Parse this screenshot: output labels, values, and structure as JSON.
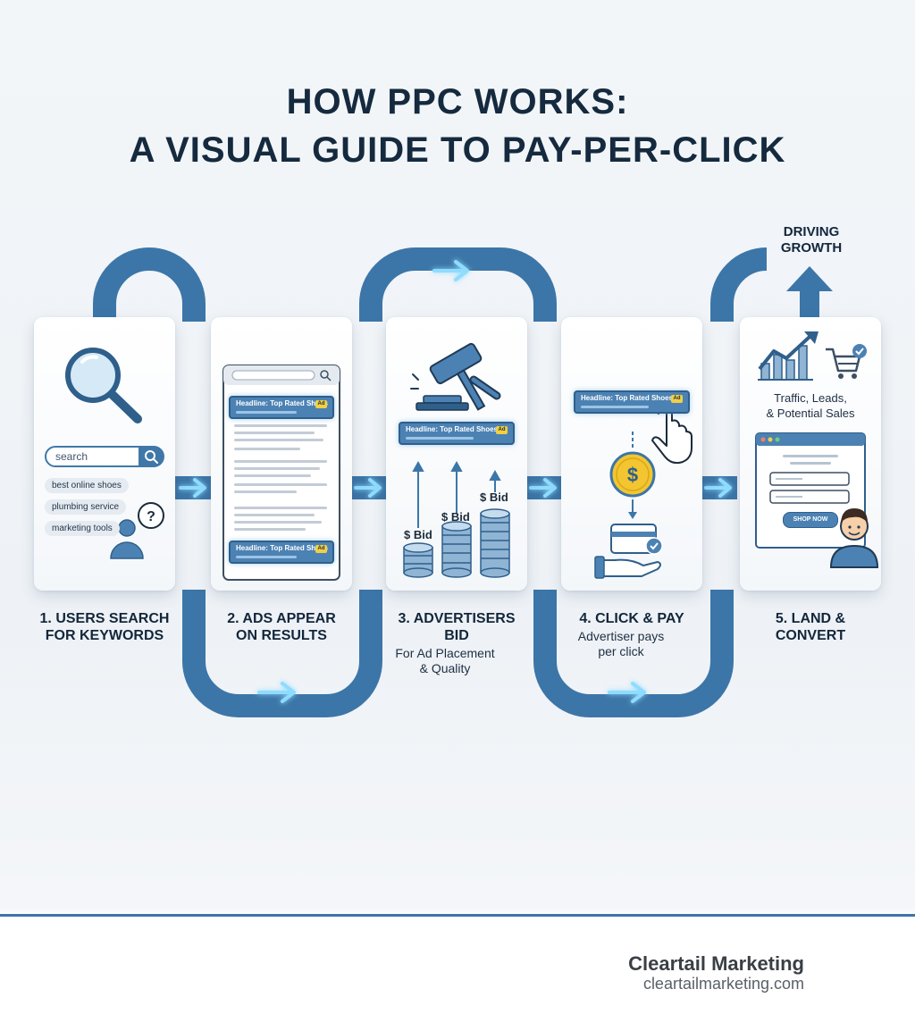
{
  "title": {
    "line1": "HOW PPC WORKS:",
    "line2": "A VISUAL GUIDE TO PAY-PER-CLICK"
  },
  "steps": [
    {
      "label_line1": "1. USERS SEARCH",
      "label_line2": "FOR KEYWORDS",
      "search_placeholder": "search",
      "keywords": [
        "best online shoes",
        "plumbing service",
        "marketing tools"
      ]
    },
    {
      "label_line1": "2. ADS APPEAR",
      "label_line2": "ON RESULTS",
      "ad_headline": "Headline: Top Rated Shoes",
      "ad_tag": "Ad"
    },
    {
      "label_line1": "3. ADVERTISERS",
      "label_line2": "BID",
      "sub_line1": "For Ad Placement",
      "sub_line2": "& Quality",
      "ad_headline": "Headline: Top Rated Shoes |",
      "ad_tag": "Ad",
      "bids": [
        "$ Bid",
        "$ Bid",
        "$ Bid"
      ]
    },
    {
      "label_line1": "4. CLICK & PAY",
      "sub_line1": "Advertiser pays",
      "sub_line2": "per click",
      "ad_headline": "Headline: Top Rated Shoes |",
      "ad_tag": "Ad"
    },
    {
      "label_line1": "5. LAND &",
      "label_line2": "CONVERT",
      "result_line1": "Traffic, Leads,",
      "result_line2": "& Potential Sales",
      "cta": "SHOP NOW"
    }
  ],
  "growth": {
    "line1": "DRIVING",
    "line2": "GROWTH"
  },
  "footer": {
    "brand": "Cleartail Marketing",
    "website": "cleartailmarketing.com"
  },
  "colors": {
    "track": "#3c76a8",
    "arrow_glow": "#8fdcff",
    "title": "#152a3e",
    "ad_bar": "#4c82b3",
    "ad_tag": "#f2cf45",
    "coin": "#f2c531"
  },
  "icons": [
    "magnifier-icon",
    "search-icon",
    "user-question-icon",
    "gavel-icon",
    "coin-stack-icon",
    "dollar-coin-icon",
    "hand-pointer-icon",
    "credit-card-hand-icon",
    "growth-chart-icon",
    "shopping-cart-icon",
    "person-avatar-icon",
    "up-arrow-icon",
    "flow-arrow-icon"
  ]
}
